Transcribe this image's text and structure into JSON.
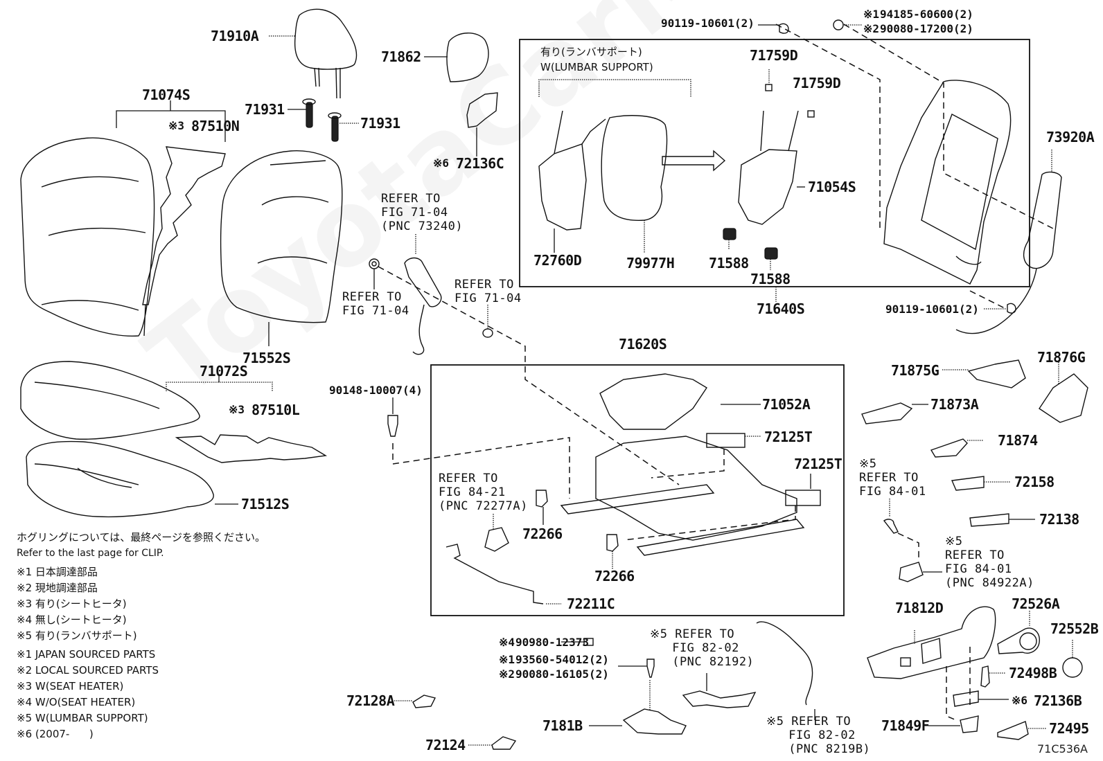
{
  "diagram": {
    "drawing_code": "71C536A",
    "watermark": "ToyotaCarMine.ru",
    "group_box_lumbar_caption": [
      "有り(ランバサポート)",
      "W(LUMBAR SUPPORT)"
    ],
    "labels": {
      "p71910A": "71910A",
      "p71862": "71862",
      "p71074S": "71074S",
      "p87510N": "87510N",
      "p87510N_note": "※3",
      "p71931a": "71931",
      "p71931b": "71931",
      "p72136C": "72136C",
      "p72136C_note": "※6",
      "p90119_top": "90119-10601(2)",
      "p94185": "94185-60600(2)",
      "p94185_note": "※1",
      "p90080_17200": "90080-17200(2)",
      "p90080_17200_note": "※2",
      "p71759D_a": "71759D",
      "p71759D_b": "71759D",
      "p73920A": "73920A",
      "p71054S": "71054S",
      "p72760D": "72760D",
      "p79977H": "79977H",
      "p71588_a": "71588",
      "p71588_b": "71588",
      "p71640S": "71640S",
      "p90119_bottom": "90119-10601(2)",
      "p71552S": "71552S",
      "p71072S": "71072S",
      "p87510L": "87510L",
      "p87510L_note": "※3",
      "p71512S": "71512S",
      "p71620S": "71620S",
      "p71052A": "71052A",
      "p72125T_a": "72125T",
      "p72125T_b": "72125T",
      "p90148": "90148-10007(4)",
      "p72266_a": "72266",
      "p72266_b": "72266",
      "p72211C": "72211C",
      "p71875G": "71875G",
      "p71876G": "71876G",
      "p71873A": "71873A",
      "p71874": "71874",
      "p72158": "72158",
      "p72138": "72138",
      "p71812D": "71812D",
      "p72526A": "72526A",
      "p72552B": "72552B",
      "p72498B": "72498B",
      "p72136B": "72136B",
      "p72136B_note": "※6",
      "p71849F": "71849F",
      "p72495": "72495",
      "p90980": "90980-12373",
      "p90980_note": "※4",
      "p93560": "93560-54012(2)",
      "p93560_note": "※1",
      "p90080_16105": "90080-16105(2)",
      "p90080_16105_note": "※2",
      "p72128A": "72128A",
      "p7181B": "7181B",
      "p72124": "72124"
    },
    "references": {
      "ref_73240": "REFER TO\nFIG 71-04\n(PNC 73240)",
      "ref_71_04_left": "REFER TO\nFIG 71-04",
      "ref_71_04_right": "REFER TO\nFIG 71-04",
      "ref_84_21": "REFER TO\nFIG 84-21\n(PNC 72277A)",
      "ref_84_01_a": "※5\nREFER TO\nFIG 84-01",
      "ref_84_01_b": "※5\nREFER TO\nFIG 84-01\n(PNC 84922A)",
      "ref_82_02_a": "※5 REFER TO\n   FIG 82-02\n   (PNC 82192)",
      "ref_82_02_b": "※5 REFER TO\n   FIG 82-02\n   (PNC 8219B)"
    },
    "legend": {
      "clip_note_jp": "ホグリングについては、最終ページを参照ください。",
      "clip_note_en": "Refer to the last page for CLIP.",
      "notes_jp": [
        "※1 日本調達部品",
        "※2 現地調達部品",
        "※3 有り(シートヒータ)",
        "※4 無し(シートヒータ)",
        "※5 有り(ランバサポート)"
      ],
      "notes_en": [
        "※1 JAPAN SOURCED PARTS",
        "※2 LOCAL SOURCED PARTS",
        "※3 W(SEAT HEATER)",
        "※4 W/O(SEAT HEATER)",
        "※5 W(LUMBAR SUPPORT)",
        "※6 (2007-      )"
      ]
    }
  }
}
